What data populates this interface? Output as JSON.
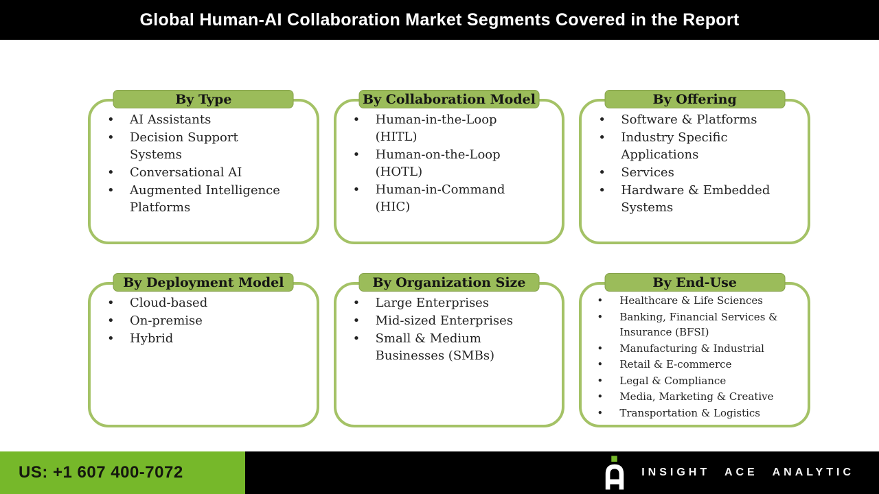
{
  "title": "Global Human-AI Collaboration Market Segments Covered in the Report",
  "boxes": [
    {
      "header": "By Type",
      "items": [
        "AI Assistants",
        "Decision Support Systems",
        "Conversational AI",
        "Augmented Intelligence Platforms"
      ]
    },
    {
      "header": "By Collaboration Model",
      "items": [
        "Human-in-the-Loop (HITL)",
        "Human-on-the-Loop (HOTL)",
        "Human-in-Command (HIC)"
      ]
    },
    {
      "header": "By Offering",
      "items": [
        "Software & Platforms",
        "Industry Specific Applications",
        "Services",
        "Hardware & Embedded Systems"
      ]
    },
    {
      "header": "By Deployment Model",
      "items": [
        "Cloud-based",
        "On-premise",
        "Hybrid"
      ]
    },
    {
      "header": "By Organization Size",
      "items": [
        "Large Enterprises",
        "Mid-sized Enterprises",
        "Small & Medium Businesses (SMBs)"
      ]
    },
    {
      "header": "By End-Use",
      "items": [
        "Healthcare & Life Sciences",
        "Banking, Financial Services & Insurance (BFSI)",
        "Manufacturing & Industrial",
        "Retail & E-commerce",
        "Legal & Compliance",
        "Media, Marketing & Creative",
        "Transportation & Logistics"
      ]
    }
  ],
  "footer": {
    "phone": "US: +1 607 400-7072",
    "brand": "INSIGHT ACE ANALYTIC",
    "logo": "insight-ace-a-logo"
  },
  "colors": {
    "bar_black": "#000000",
    "header_green": "#9bbc5a",
    "border_green": "#a4c266",
    "footer_green": "#76b82a",
    "text_dark": "#232323"
  }
}
